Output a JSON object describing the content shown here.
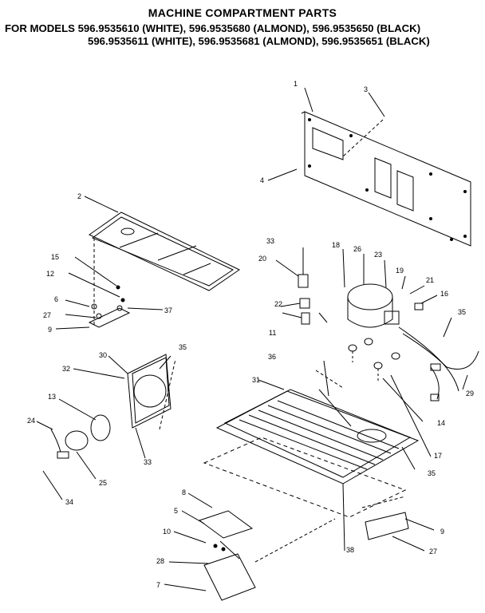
{
  "header": {
    "title": "MACHINE COMPARTMENT PARTS",
    "models_line1": "FOR MODELS 596.9535610 (WHITE), 596.9535680 (ALMOND), 596.9535650 (BLACK)",
    "models_line2": "596.9535611 (WHITE), 596.9535681 (ALMOND), 596.9535651 (BLACK)"
  },
  "callouts": [
    {
      "id": "c1",
      "label": "1"
    },
    {
      "id": "c3",
      "label": "3"
    },
    {
      "id": "c4",
      "label": "4"
    },
    {
      "id": "c2",
      "label": "2"
    },
    {
      "id": "c33a",
      "label": "33"
    },
    {
      "id": "c18",
      "label": "18"
    },
    {
      "id": "c26",
      "label": "26"
    },
    {
      "id": "c23",
      "label": "23"
    },
    {
      "id": "c19",
      "label": "19"
    },
    {
      "id": "c21",
      "label": "21"
    },
    {
      "id": "c16",
      "label": "16"
    },
    {
      "id": "c35a",
      "label": "35"
    },
    {
      "id": "c20",
      "label": "20"
    },
    {
      "id": "c15",
      "label": "15"
    },
    {
      "id": "c12",
      "label": "12"
    },
    {
      "id": "c6",
      "label": "6"
    },
    {
      "id": "c37",
      "label": "37"
    },
    {
      "id": "c27a",
      "label": "27"
    },
    {
      "id": "c22",
      "label": "22"
    },
    {
      "id": "c9a",
      "label": "9"
    },
    {
      "id": "c11",
      "label": "11"
    },
    {
      "id": "c30",
      "label": "30"
    },
    {
      "id": "c35b",
      "label": "35"
    },
    {
      "id": "c36",
      "label": "36"
    },
    {
      "id": "c32",
      "label": "32"
    },
    {
      "id": "c31",
      "label": "31"
    },
    {
      "id": "c29",
      "label": "29"
    },
    {
      "id": "c13",
      "label": "13"
    },
    {
      "id": "c14",
      "label": "14"
    },
    {
      "id": "c24",
      "label": "24"
    },
    {
      "id": "c33b",
      "label": "33"
    },
    {
      "id": "c17",
      "label": "17"
    },
    {
      "id": "c25",
      "label": "25"
    },
    {
      "id": "c35c",
      "label": "35"
    },
    {
      "id": "c34",
      "label": "34"
    },
    {
      "id": "c8",
      "label": "8"
    },
    {
      "id": "c5",
      "label": "5"
    },
    {
      "id": "c10",
      "label": "10"
    },
    {
      "id": "c9b",
      "label": "9"
    },
    {
      "id": "c28",
      "label": "28"
    },
    {
      "id": "c38",
      "label": "38"
    },
    {
      "id": "c27b",
      "label": "27"
    },
    {
      "id": "c7",
      "label": "7"
    }
  ]
}
